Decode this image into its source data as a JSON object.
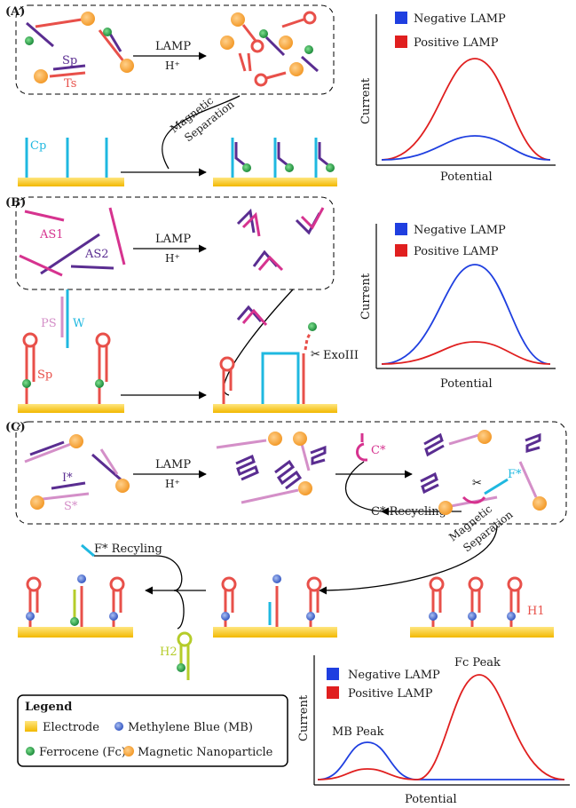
{
  "panels": {
    "a": {
      "label": "(A)",
      "sp": "Sp",
      "ts": "Ts",
      "cp": "Cp",
      "lamp": "LAMP",
      "h": "H⁺",
      "mag1": "Magnetic",
      "mag2": "Separation",
      "legend_neg": "Negative LAMP",
      "legend_pos": "Positive LAMP",
      "ylabel": "Current",
      "xlabel": "Potential"
    },
    "b": {
      "label": "(B)",
      "as1": "AS1",
      "as2": "AS2",
      "ps": "PS",
      "w": "W",
      "sp": "Sp",
      "lamp": "LAMP",
      "h": "H⁺",
      "exo": "ExoIII",
      "legend_neg": "Negative LAMP",
      "legend_pos": "Positive LAMP",
      "ylabel": "Current",
      "xlabel": "Potential"
    },
    "c": {
      "label": "(C)",
      "i": "I*",
      "s": "S*",
      "c": "C*",
      "f": "F*",
      "lamp": "LAMP",
      "h": "H⁺",
      "c_recycling": "C* Recycling",
      "f_recycling": "F* Recyling",
      "mag1": "Magnetic",
      "mag2": "Separation",
      "h1": "H1",
      "h2": "H2",
      "legend_neg": "Negative LAMP",
      "legend_pos": "Positive LAMP",
      "mb_peak": "MB Peak",
      "fc_peak": "Fc Peak",
      "ylabel": "Current",
      "xlabel": "Potential"
    }
  },
  "legend": {
    "title": "Legend",
    "electrode": "Electrode",
    "mb": "Methylene Blue (MB)",
    "fc": "Ferrocene (Fc)",
    "mnp": "Magnetic Nanoparticle"
  },
  "colors": {
    "negative": "#1f3fe0",
    "positive": "#e01f1f",
    "purple": "#5a2d91",
    "red_strand": "#e8504a",
    "cyan": "#1fb8e0",
    "magenta": "#d6338f",
    "pink": "#d48fc8",
    "lime": "#b5cc2a",
    "electrode": "#f5c518",
    "ferrocene": "#2e9e4a",
    "mb": "#4a6fcf",
    "mnp": "#f7a53a"
  }
}
